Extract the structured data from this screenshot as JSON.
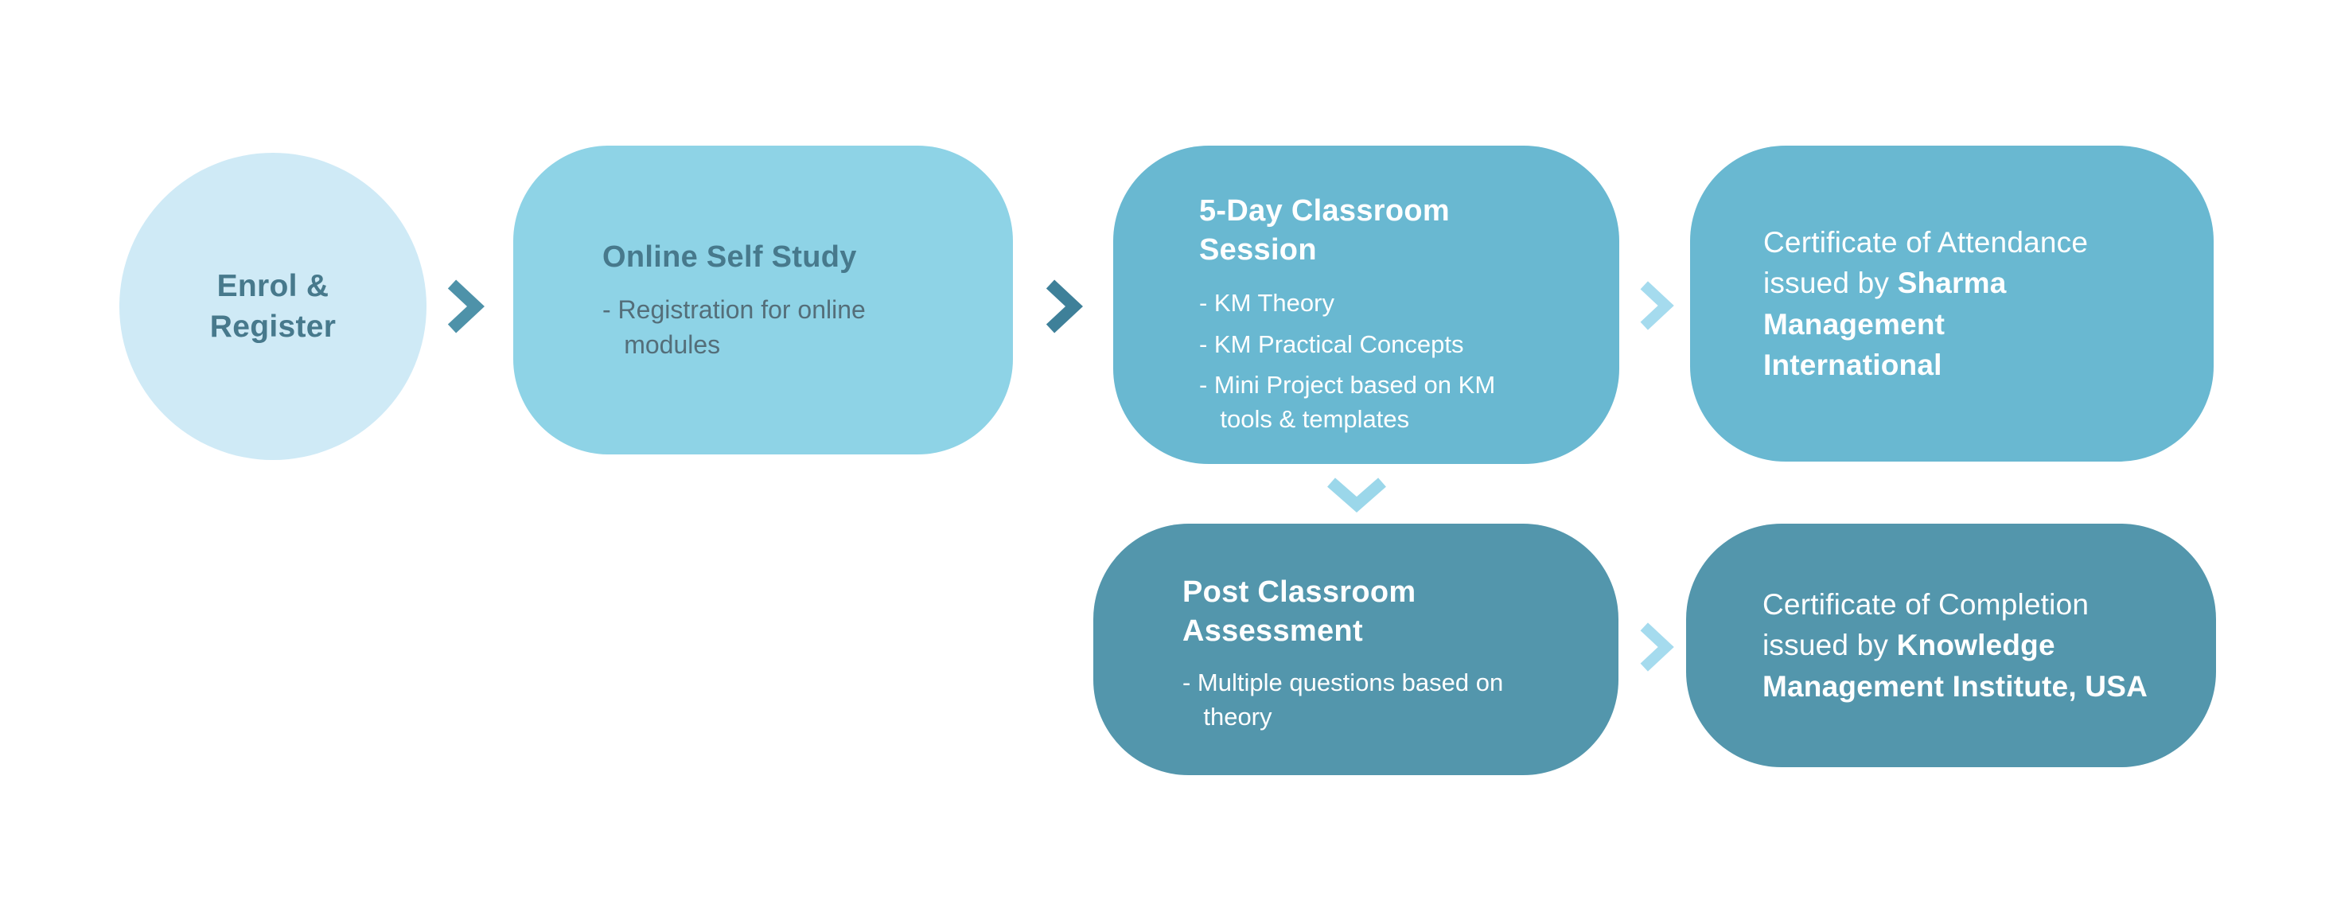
{
  "colors": {
    "background": "#ffffff",
    "circle_fill": "#cfeaf6",
    "light_box_fill": "#8ed3e6",
    "medium_box_fill": "#69b8d1",
    "dark_box_fill": "#5396ac",
    "dark_teal_text": "#47798c",
    "body_text": "#546e79",
    "white_text": "#ffffff",
    "arrow_medium_teal": "#4e92a9",
    "arrow_dark_teal": "#3e8099",
    "arrow_light_blue": "#a5dbee"
  },
  "nodes": {
    "enrol": {
      "title": "Enrol & Register"
    },
    "self_study": {
      "title": "Online Self Study",
      "bullets": [
        "- Registration for online modules"
      ]
    },
    "classroom": {
      "title": "5-Day Classroom Session",
      "bullets": [
        "- KM Theory",
        "- KM Practical Concepts",
        "- Mini Project based on KM tools & templates"
      ]
    },
    "cert_attendance": {
      "text": "Certificate of Attendance issued by ",
      "bold": "Sharma Management International"
    },
    "assessment": {
      "title": "Post Classroom Assessment",
      "bullets": [
        "- Multiple questions based on theory"
      ]
    },
    "cert_completion": {
      "text": "Certificate of Completion issued by ",
      "bold": "Knowledge Management Institute, USA"
    }
  }
}
